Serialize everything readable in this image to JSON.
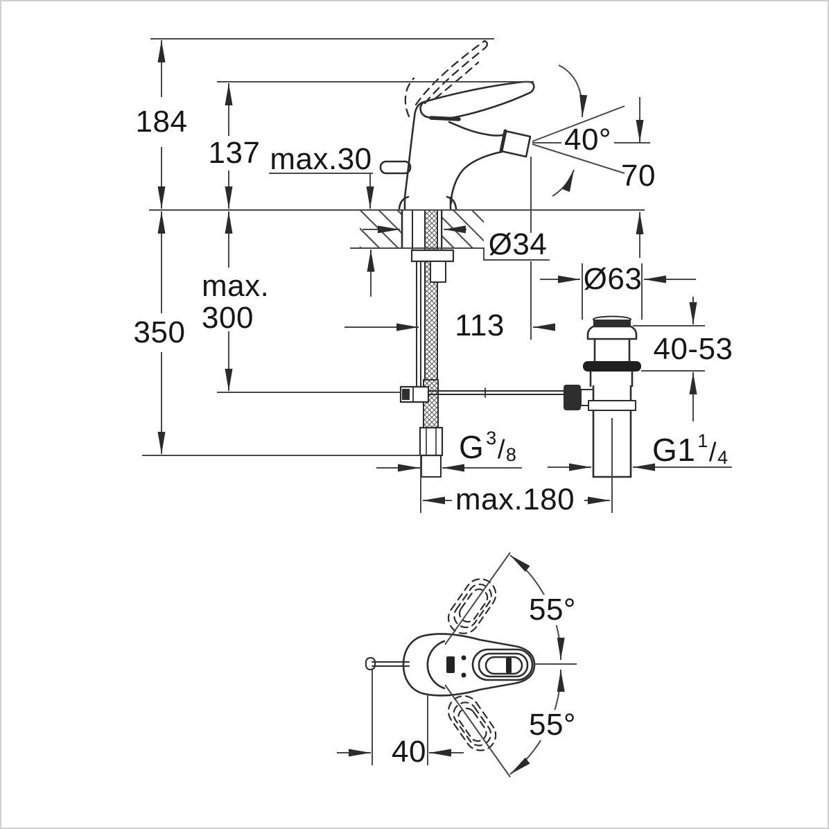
{
  "style": {
    "background": "#ffffff",
    "frame_color": "#cfcfcf",
    "object_line_color": "#2c2c2c",
    "dimension_line_color": "#474747",
    "text_color": "#161616"
  },
  "side_view": {
    "total_height": "184",
    "handle_top_height": "137",
    "deck_thickness": "max.30",
    "spray_angle": "40°",
    "outlet_height": "70",
    "hole_diameter": "Ø34",
    "depth_prefix": "max.",
    "depth_value": "300",
    "total_depth": "350",
    "reach": "113",
    "flange_diameter": "Ø63",
    "clamping_range": "40-53",
    "supply_thread": {
      "base": "G",
      "sup": "3",
      "slash": "/",
      "sub": "8"
    },
    "waste_thread": {
      "base": "G1",
      "sup": "1",
      "slash": "/",
      "sub": "4"
    },
    "max_centre_distance": "max.180"
  },
  "top_view": {
    "swing_upper": "55°",
    "swing_lower": "55°",
    "rod_offset": "40"
  }
}
